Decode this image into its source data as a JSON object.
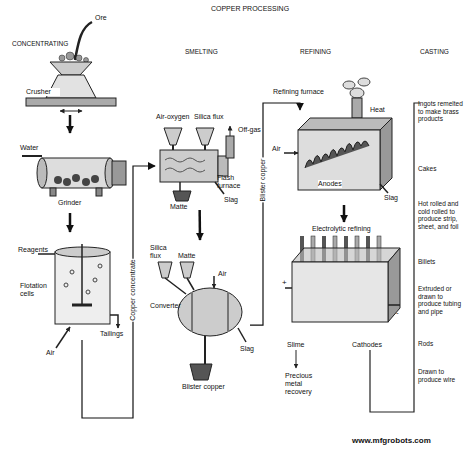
{
  "diagram": {
    "title": "COPPER PROCESSING",
    "nodes": [
      {
        "text": [
          "Crusher"
        ]
      },
      {
        "text": [
          "Grinder"
        ]
      },
      {
        "text": [
          "Flotation cells"
        ]
      },
      {
        "text": [
          "Flash furnace"
        ]
      },
      {
        "text": [
          "Converter"
        ]
      },
      {
        "text": [
          "Refining furnace"
        ]
      },
      {
        "text": [
          "Electrolytic refining"
        ]
      }
    ],
    "edges": [
      {
        "from": 0,
        "to": 1,
        "arrow": "to"
      },
      {
        "from": 1,
        "to": 2,
        "arrow": "to"
      },
      {
        "from": 2,
        "to": 3,
        "label": "Copper concentrate",
        "arrow": "to"
      },
      {
        "from": 3,
        "to": 4,
        "arrow": "to"
      },
      {
        "from": 4,
        "to": 5,
        "label": "Blister copper",
        "arrow": "to"
      },
      {
        "from": 5,
        "to": 6,
        "arrow": "to"
      }
    ],
    "labels": [
      "CONCENTRATING",
      "SMELTING",
      "REFINING",
      "CASTING",
      "Ore",
      "Water",
      "Reagents",
      "Tailings",
      "Air",
      "Air-oxygen",
      "Silica flux",
      "Off-gas",
      "Matte",
      "Slag",
      "Silica flux",
      "Matte",
      "Air",
      "Slag",
      "Blister copper",
      "Heat",
      "Air",
      "Anodes",
      "Slag",
      "+",
      "-",
      "Slime",
      "Cathodes",
      "Precious metal recovery",
      "Ingots remelted to make brass products",
      "Cakes",
      "Hot rolled and cold rolled to produce strip, sheet, and foil",
      "Billets",
      "Extruded or drawn to produce tubing and pipe",
      "Rods",
      "Drawn to produce wire",
      "www.mfgrobots.com"
    ]
  }
}
